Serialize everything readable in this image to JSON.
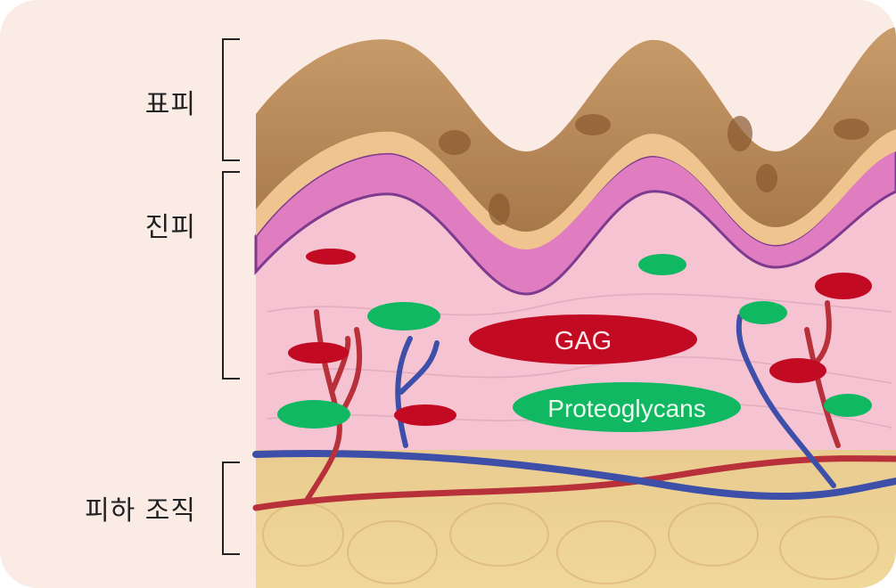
{
  "layers": [
    {
      "label": "표피"
    },
    {
      "label": "진피"
    },
    {
      "label": "피하 조직"
    }
  ],
  "molecules": {
    "gag_label": "GAG",
    "proteoglycans_label": "Proteoglycans"
  },
  "colors": {
    "background": "#faebe5",
    "epidermis": "#b98a5c",
    "dermis": "#f6c3d2",
    "subcutaneous": "#e8c48a",
    "gag": "#c20a22",
    "proteoglycan": "#10b862",
    "artery": "#b8303a",
    "vein": "#3d4fa8"
  }
}
